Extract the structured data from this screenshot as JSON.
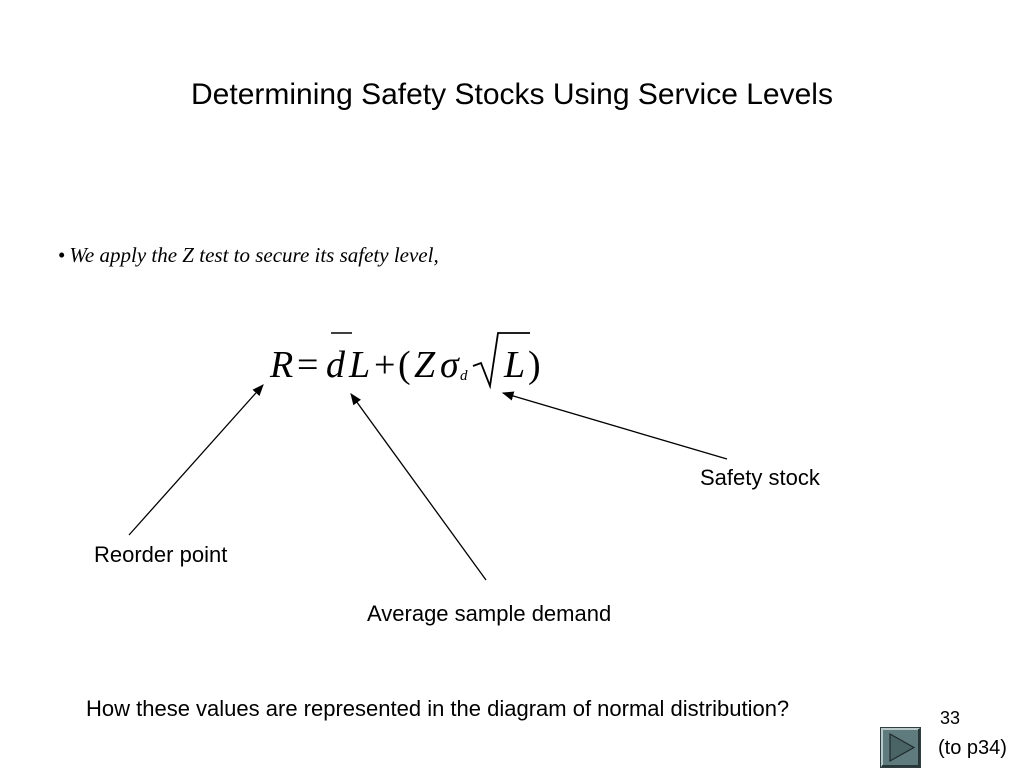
{
  "slide": {
    "title": "Determining Safety Stocks Using Service Levels",
    "bullet_marker": "•",
    "bullet": "We apply the Z test to secure its safety level,",
    "formula": {
      "R": "R",
      "eq": "=",
      "d": "d",
      "L1": "L",
      "plus": "+",
      "lparen": "(",
      "Z": "Z",
      "sigma": "σ",
      "sub_d": "d",
      "L2": "L",
      "rparen": ")"
    },
    "labels": {
      "safety_stock": "Safety stock",
      "reorder_point": "Reorder point",
      "average_sample_demand": "Average sample demand"
    },
    "question": "How these values are represented in the diagram of normal distribution?",
    "page_number": "33",
    "link_text": "(to p34)",
    "colors": {
      "nav_button_fill": "#5f7b7d",
      "nav_button_border": "#2f3f41",
      "text": "#000000"
    },
    "icons": {
      "nav": "play-triangle-icon"
    }
  }
}
